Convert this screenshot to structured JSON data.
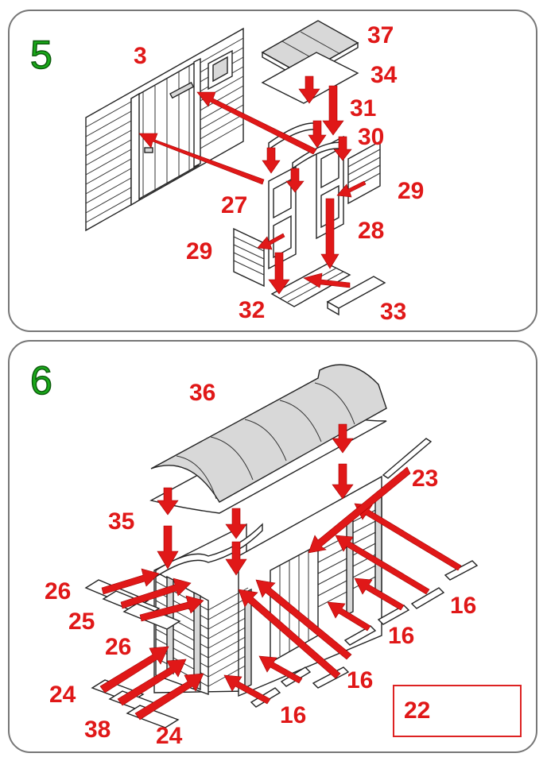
{
  "steps": {
    "step5": {
      "number": "5",
      "labels": {
        "p3": "3",
        "p37": "37",
        "p34": "34",
        "p31": "31",
        "p30": "30",
        "p29a": "29",
        "p27": "27",
        "p28": "28",
        "p29b": "29",
        "p32": "32",
        "p33": "33"
      }
    },
    "step6": {
      "number": "6",
      "labels": {
        "p36": "36",
        "p23": "23",
        "p35": "35",
        "p26a": "26",
        "p25": "25",
        "p26b": "26",
        "p24a": "24",
        "p38": "38",
        "p24b": "24",
        "p16a": "16",
        "p16b": "16",
        "p16c": "16",
        "p16d": "16"
      }
    }
  },
  "legend": {
    "part": "22",
    "icon": "crossed-out-plank-bundle-icon"
  },
  "colors": {
    "arrow": "#e01818",
    "step_number": "#1aaa1a",
    "label": "#e01818",
    "border": "#777777",
    "legend_border": "#dd2222"
  }
}
